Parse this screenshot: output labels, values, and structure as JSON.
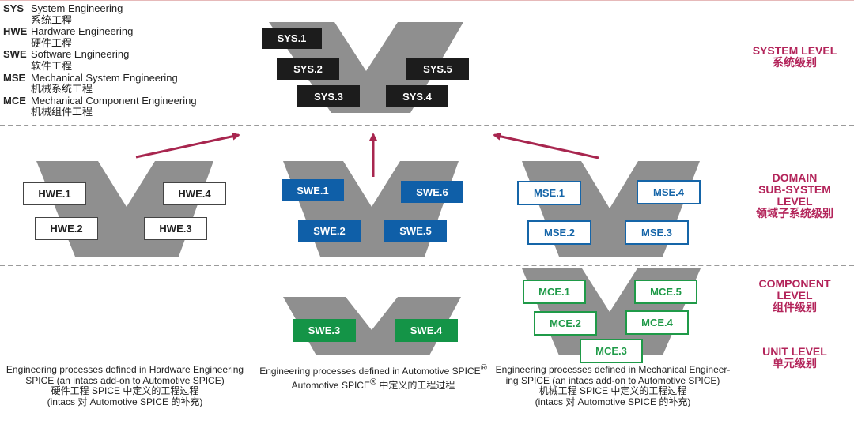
{
  "legend": [
    {
      "abbr": "SYS",
      "en": "System Engineering",
      "zh": "系统工程"
    },
    {
      "abbr": "HWE",
      "en": "Hardware Engineering",
      "zh": "硬件工程"
    },
    {
      "abbr": "SWE",
      "en": "Software Engineering",
      "zh": "软件工程"
    },
    {
      "abbr": "MSE",
      "en": "Mechanical System Engineering",
      "zh": "机械系统工程"
    },
    {
      "abbr": "MCE",
      "en": "Mechanical Component Engineering",
      "zh": "机械组件工程"
    }
  ],
  "levels": {
    "system": {
      "en": "SYSTEM LEVEL",
      "zh": "系统级别"
    },
    "domain": {
      "en1": "DOMAIN",
      "en2": "SUB-SYSTEM",
      "en3": "LEVEL",
      "zh": "领域子系统级别"
    },
    "component": {
      "en1": "COMPONENT",
      "en2": "LEVEL",
      "zh": "组件级别"
    },
    "unit": {
      "en": "UNIT LEVEL",
      "zh": "单元级别"
    }
  },
  "boxes": {
    "sys": [
      "SYS.1",
      "SYS.2",
      "SYS.3",
      "SYS.4",
      "SYS.5"
    ],
    "hwe": [
      "HWE.1",
      "HWE.2",
      "HWE.3",
      "HWE.4"
    ],
    "swe": [
      "SWE.1",
      "SWE.2",
      "SWE.5",
      "SWE.6"
    ],
    "mse": [
      "MSE.1",
      "MSE.2",
      "MSE.3",
      "MSE.4"
    ],
    "swe_unit": [
      "SWE.3",
      "SWE.4"
    ],
    "mce": [
      "MCE.1",
      "MCE.2",
      "MCE.3",
      "MCE.4",
      "MCE.5"
    ]
  },
  "captions": {
    "hwe": {
      "l1": "Engineering processes defined in Hardware Engineering",
      "l2": "SPICE (an intacs add-on to Automotive SPICE)",
      "l3": "硬件工程 SPICE 中定义的工程过程",
      "l4": "(intacs 对 Automotive SPICE 的补充)"
    },
    "swe": {
      "l1": "Engineering processes defined in Automotive SPICE",
      "l2a": "Automotive SPICE",
      "l2b": " 中定义的工程过程",
      "reg": "®"
    },
    "mech": {
      "l1": "Engineering processes defined in Mechanical Engineer-",
      "l2": "ing SPICE (an intacs add-on to Automotive SPICE)",
      "l3": "机械工程 SPICE 中定义的工程过程",
      "l4": "(intacs 对 Automotive SPICE 的补充)"
    }
  },
  "colors": {
    "v_shape": "#8f8f8f",
    "arrow": "#a8264f",
    "level_text": "#b3245a",
    "swe_blue": "#0f5fa8",
    "mse_blue": "#1565a8",
    "green": "#149447",
    "sys_black": "#1c1c1c"
  }
}
